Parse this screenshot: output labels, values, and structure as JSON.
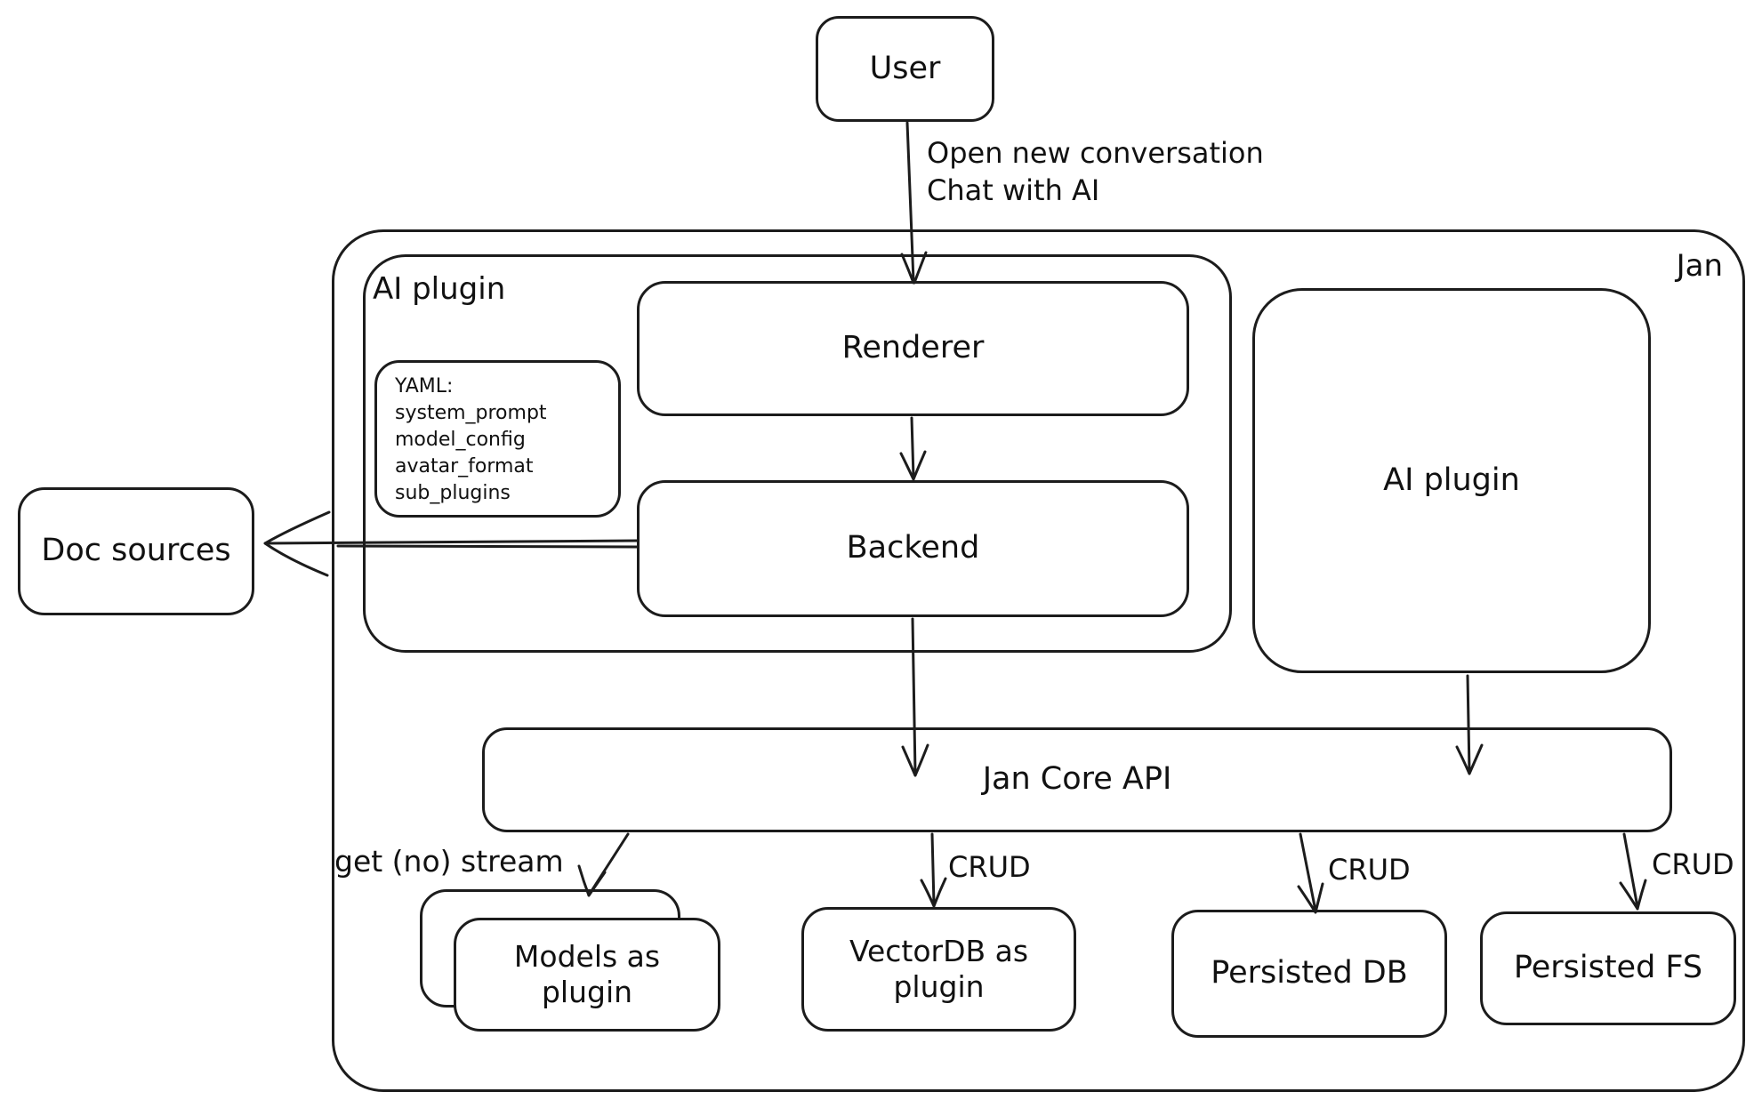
{
  "diagram": {
    "container": {
      "label": "Jan"
    },
    "colors": {
      "stroke": "#1c1c1c",
      "background": "#ffffff"
    },
    "nodes": {
      "user": {
        "label": "User"
      },
      "ai_plugin_left": {
        "label": "AI plugin"
      },
      "yaml_note": {
        "lines": [
          "YAML:",
          "system_prompt",
          "model_config",
          "avatar_format",
          "sub_plugins"
        ]
      },
      "renderer": {
        "label": "Renderer"
      },
      "backend": {
        "label": "Backend"
      },
      "ai_plugin_right": {
        "label": "AI plugin"
      },
      "doc_sources": {
        "label": "Doc sources"
      },
      "jan_core_api": {
        "label": "Jan Core API"
      },
      "models_plugin": {
        "label": "Models as plugin"
      },
      "vectordb_plugin": {
        "label": "VectorDB as plugin"
      },
      "persisted_db": {
        "label": "Persisted DB"
      },
      "persisted_fs": {
        "label": "Persisted FS"
      }
    },
    "edges": {
      "user_to_renderer": {
        "labels": [
          "Open new conversation",
          "Chat with AI"
        ]
      },
      "backend_to_doc_sources": {
        "label": ""
      },
      "core_to_models": {
        "label": "get (no) stream"
      },
      "core_to_vectordb": {
        "label": "CRUD"
      },
      "core_to_persisted_db": {
        "label": "CRUD"
      },
      "core_to_persisted_fs": {
        "label": "CRUD"
      }
    }
  }
}
